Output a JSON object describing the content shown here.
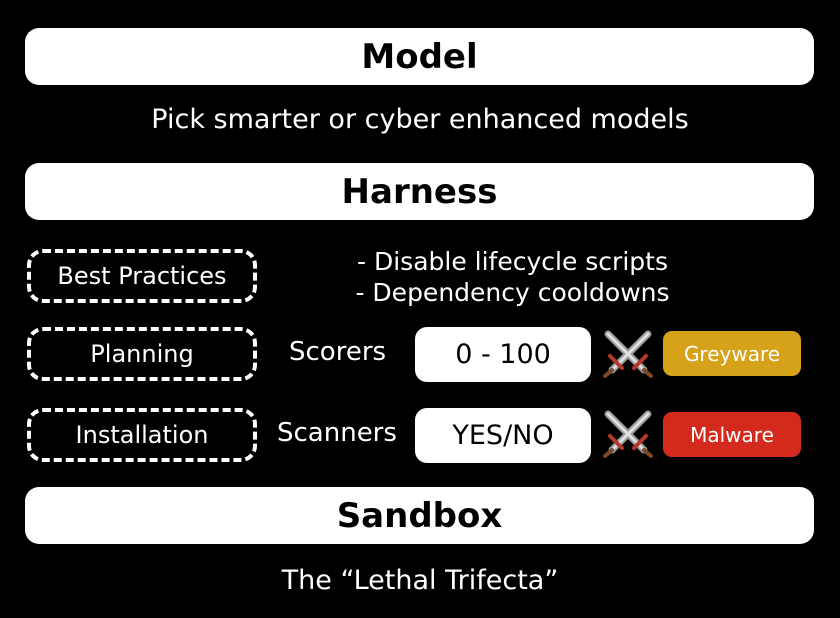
{
  "model": {
    "title": "Model",
    "caption": "Pick smarter or cyber enhanced models"
  },
  "harness": {
    "title": "Harness",
    "best_practices": {
      "label": "Best Practices",
      "notes": [
        "- Disable lifecycle scripts",
        "- Dependency cooldowns"
      ]
    },
    "planning": {
      "label": "Planning",
      "tool": "Scorers",
      "value": "0 - 100",
      "icon": "crossed-swords-icon",
      "badge": "Greyware",
      "badge_color": "#d6a21a"
    },
    "installation": {
      "label": "Installation",
      "tool": "Scanners",
      "value": "YES/NO",
      "icon": "crossed-swords-icon",
      "badge": "Malware",
      "badge_color": "#d42a1e"
    }
  },
  "sandbox": {
    "title": "Sandbox",
    "caption": "The “Lethal Trifecta”"
  }
}
